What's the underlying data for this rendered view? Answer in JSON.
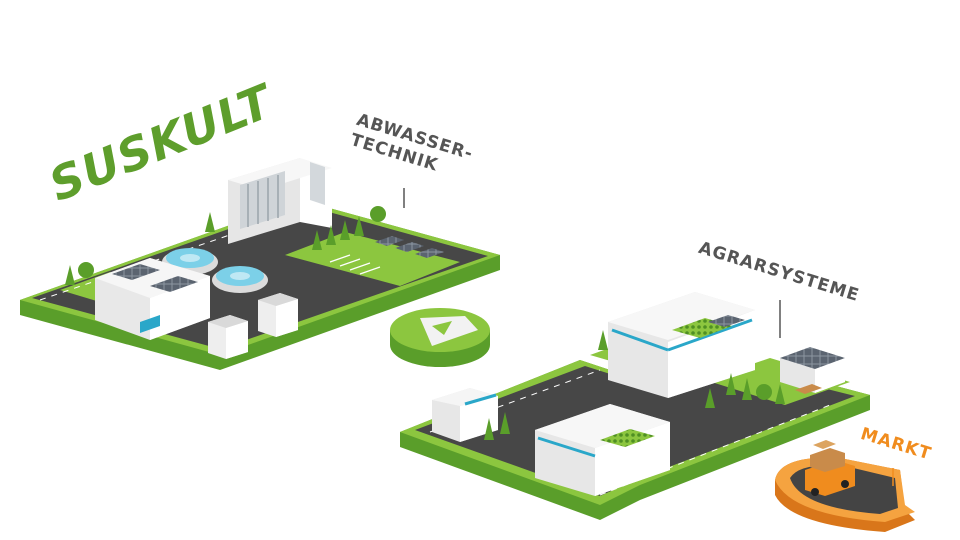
{
  "brand": {
    "text": "SUSKULT",
    "color": "#5e9e2c"
  },
  "labels": {
    "abwasser_line1": "ABWASSER-",
    "abwasser_line2": "TECHNIK",
    "agrar": "AGRARSYSTEME",
    "markt": "MARKT"
  },
  "colors": {
    "label_gray": "#555555",
    "markt_orange": "#f08c1e",
    "grass": "#8cc63f",
    "grass_side": "#5a9e2a",
    "road": "#444444",
    "building": "#f1f1f1",
    "window_blue": "#2aa7c9"
  }
}
